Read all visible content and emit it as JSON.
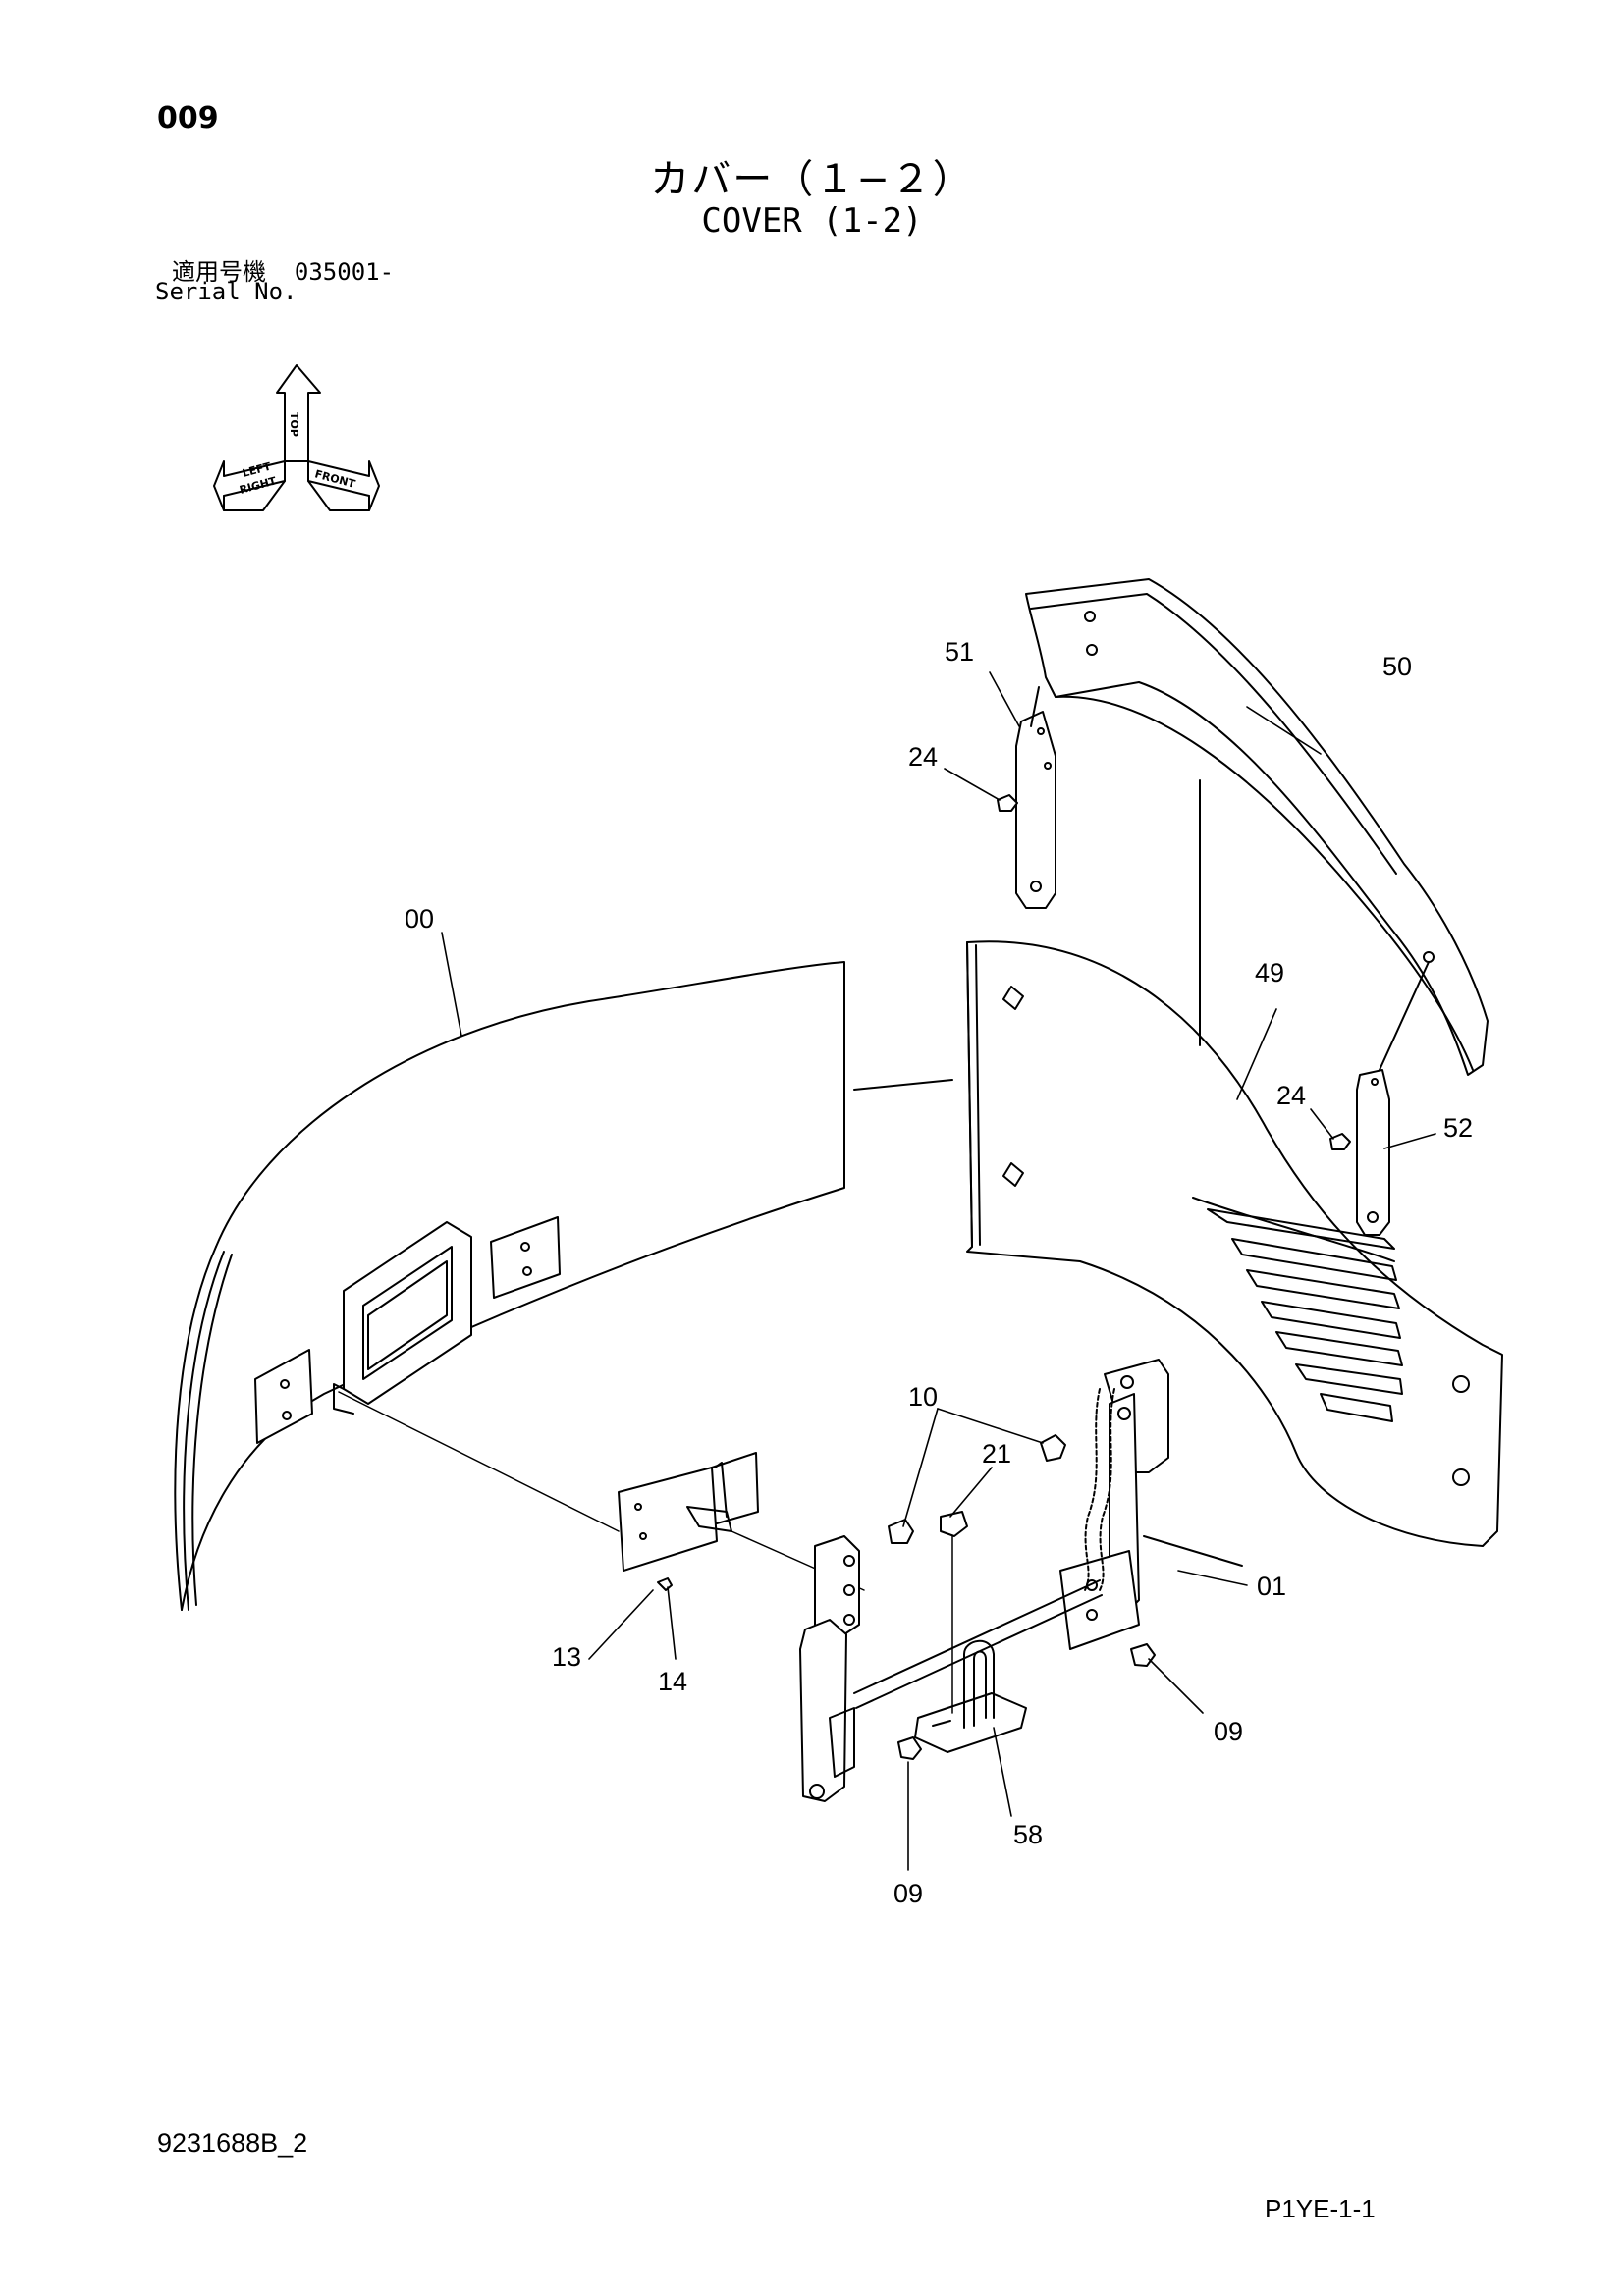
{
  "page": {
    "number": "009",
    "title_jp": "カバー（１−２）",
    "title_en": "COVER (1-2)",
    "serial_label_jp": "適用号機",
    "serial_value": "035001-",
    "serial_label_en": "Serial No.",
    "doc_code": "9231688B_2",
    "sheet_code": "P1YE-1-1"
  },
  "compass": {
    "top": "TOP",
    "left": "LEFT",
    "right": "RIGHT",
    "front": "FRONT"
  },
  "callouts": {
    "c00": "00",
    "c01": "01",
    "c09a": "09",
    "c09b": "09",
    "c10": "10",
    "c13": "13",
    "c14": "14",
    "c21": "21",
    "c24a": "24",
    "c24b": "24",
    "c49": "49",
    "c50": "50",
    "c51": "51",
    "c52": "52",
    "c58": "58"
  }
}
